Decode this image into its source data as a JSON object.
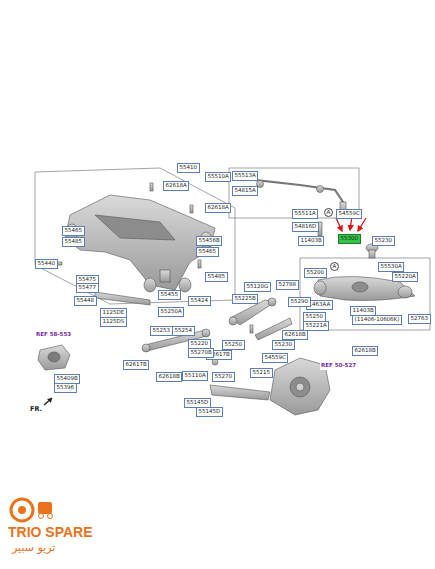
{
  "diagram": {
    "labels": [
      "55410",
      "62618A",
      "55510A",
      "55513A",
      "54815A",
      "62618A",
      "55465",
      "55485",
      "55456B",
      "55465",
      "55440",
      "55511A",
      "A",
      "54559C",
      "54816D",
      "55300",
      "55230",
      "11403B",
      "55200",
      "55530A",
      "A",
      "55220A",
      "1463AA",
      "11403B",
      "(11406-10606K)",
      "55250",
      "55221A",
      "52763",
      "62618B",
      "REF 50-527",
      "55475",
      "55477",
      "55448",
      "1125DE",
      "1125DS",
      "55250A",
      "55424",
      "55455",
      "55485",
      "55253",
      "55254",
      "62617B",
      "62618B",
      "55120G",
      "52788",
      "55225B",
      "55290",
      "62618B",
      "55230",
      "54559C",
      "55250",
      "62617B",
      "55220",
      "55270B",
      "55110A",
      "55270",
      "55215",
      "55145D",
      "55145D",
      "REF 58-553",
      "55409B",
      "55396",
      "FR.",
      "TRIO SPARE",
      "تريو سبير"
    ]
  }
}
